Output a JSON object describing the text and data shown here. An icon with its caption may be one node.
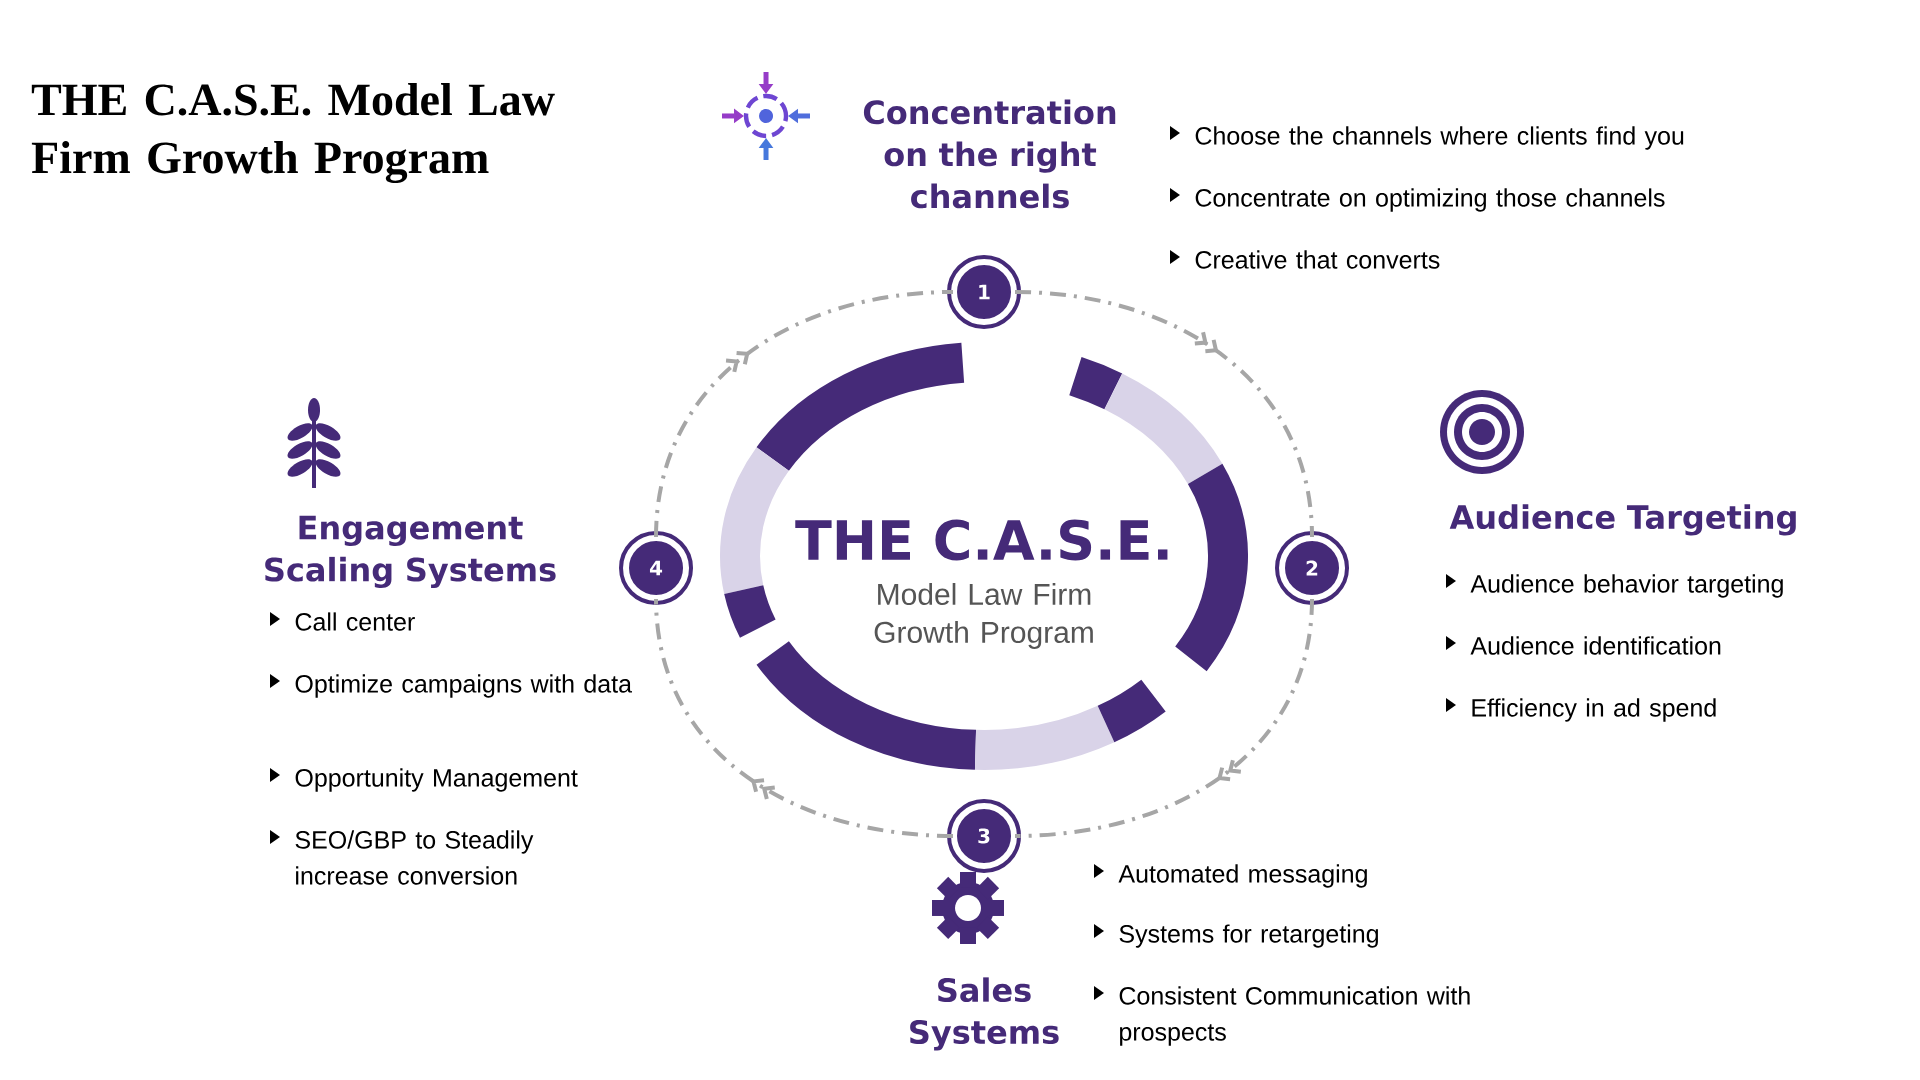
{
  "diagram": {
    "title": "THE C.A.S.E. Model Law Firm Growth Program",
    "nodes": [
      {
        "text": [
          "1"
        ]
      },
      {
        "text": [
          "2"
        ]
      },
      {
        "text": [
          "3"
        ]
      },
      {
        "text": [
          "4"
        ]
      }
    ],
    "edges": [
      {
        "from": 0,
        "to": 1,
        "arrow": "to",
        "style": "dashed"
      },
      {
        "from": 1,
        "to": 2,
        "arrow": "to",
        "style": "dashed"
      },
      {
        "from": 2,
        "to": 3,
        "arrow": "to",
        "style": "dashed"
      },
      {
        "from": 3,
        "to": 0,
        "arrow": "to",
        "style": "dashed"
      }
    ],
    "labels": [
      "Concentration on the right channels",
      "Choose the channels where clients find you",
      "Concentrate on optimizing those channels",
      "Creative that converts",
      "Audience Targeting",
      "Audience behavior targeting",
      "Audience identification",
      "Efficiency in ad spend",
      "THE C.A.S.E.",
      "Model Law Firm Growth Program",
      "Engagement Scaling Systems",
      "Call center",
      "Optimize campaigns with data",
      "Opportunity Management",
      "SEO/GBP to Steadily increase conversion",
      "Automated messaging",
      "Systems for retargeting",
      "Consistent Communication with prospects",
      "Sales Systems"
    ]
  }
}
